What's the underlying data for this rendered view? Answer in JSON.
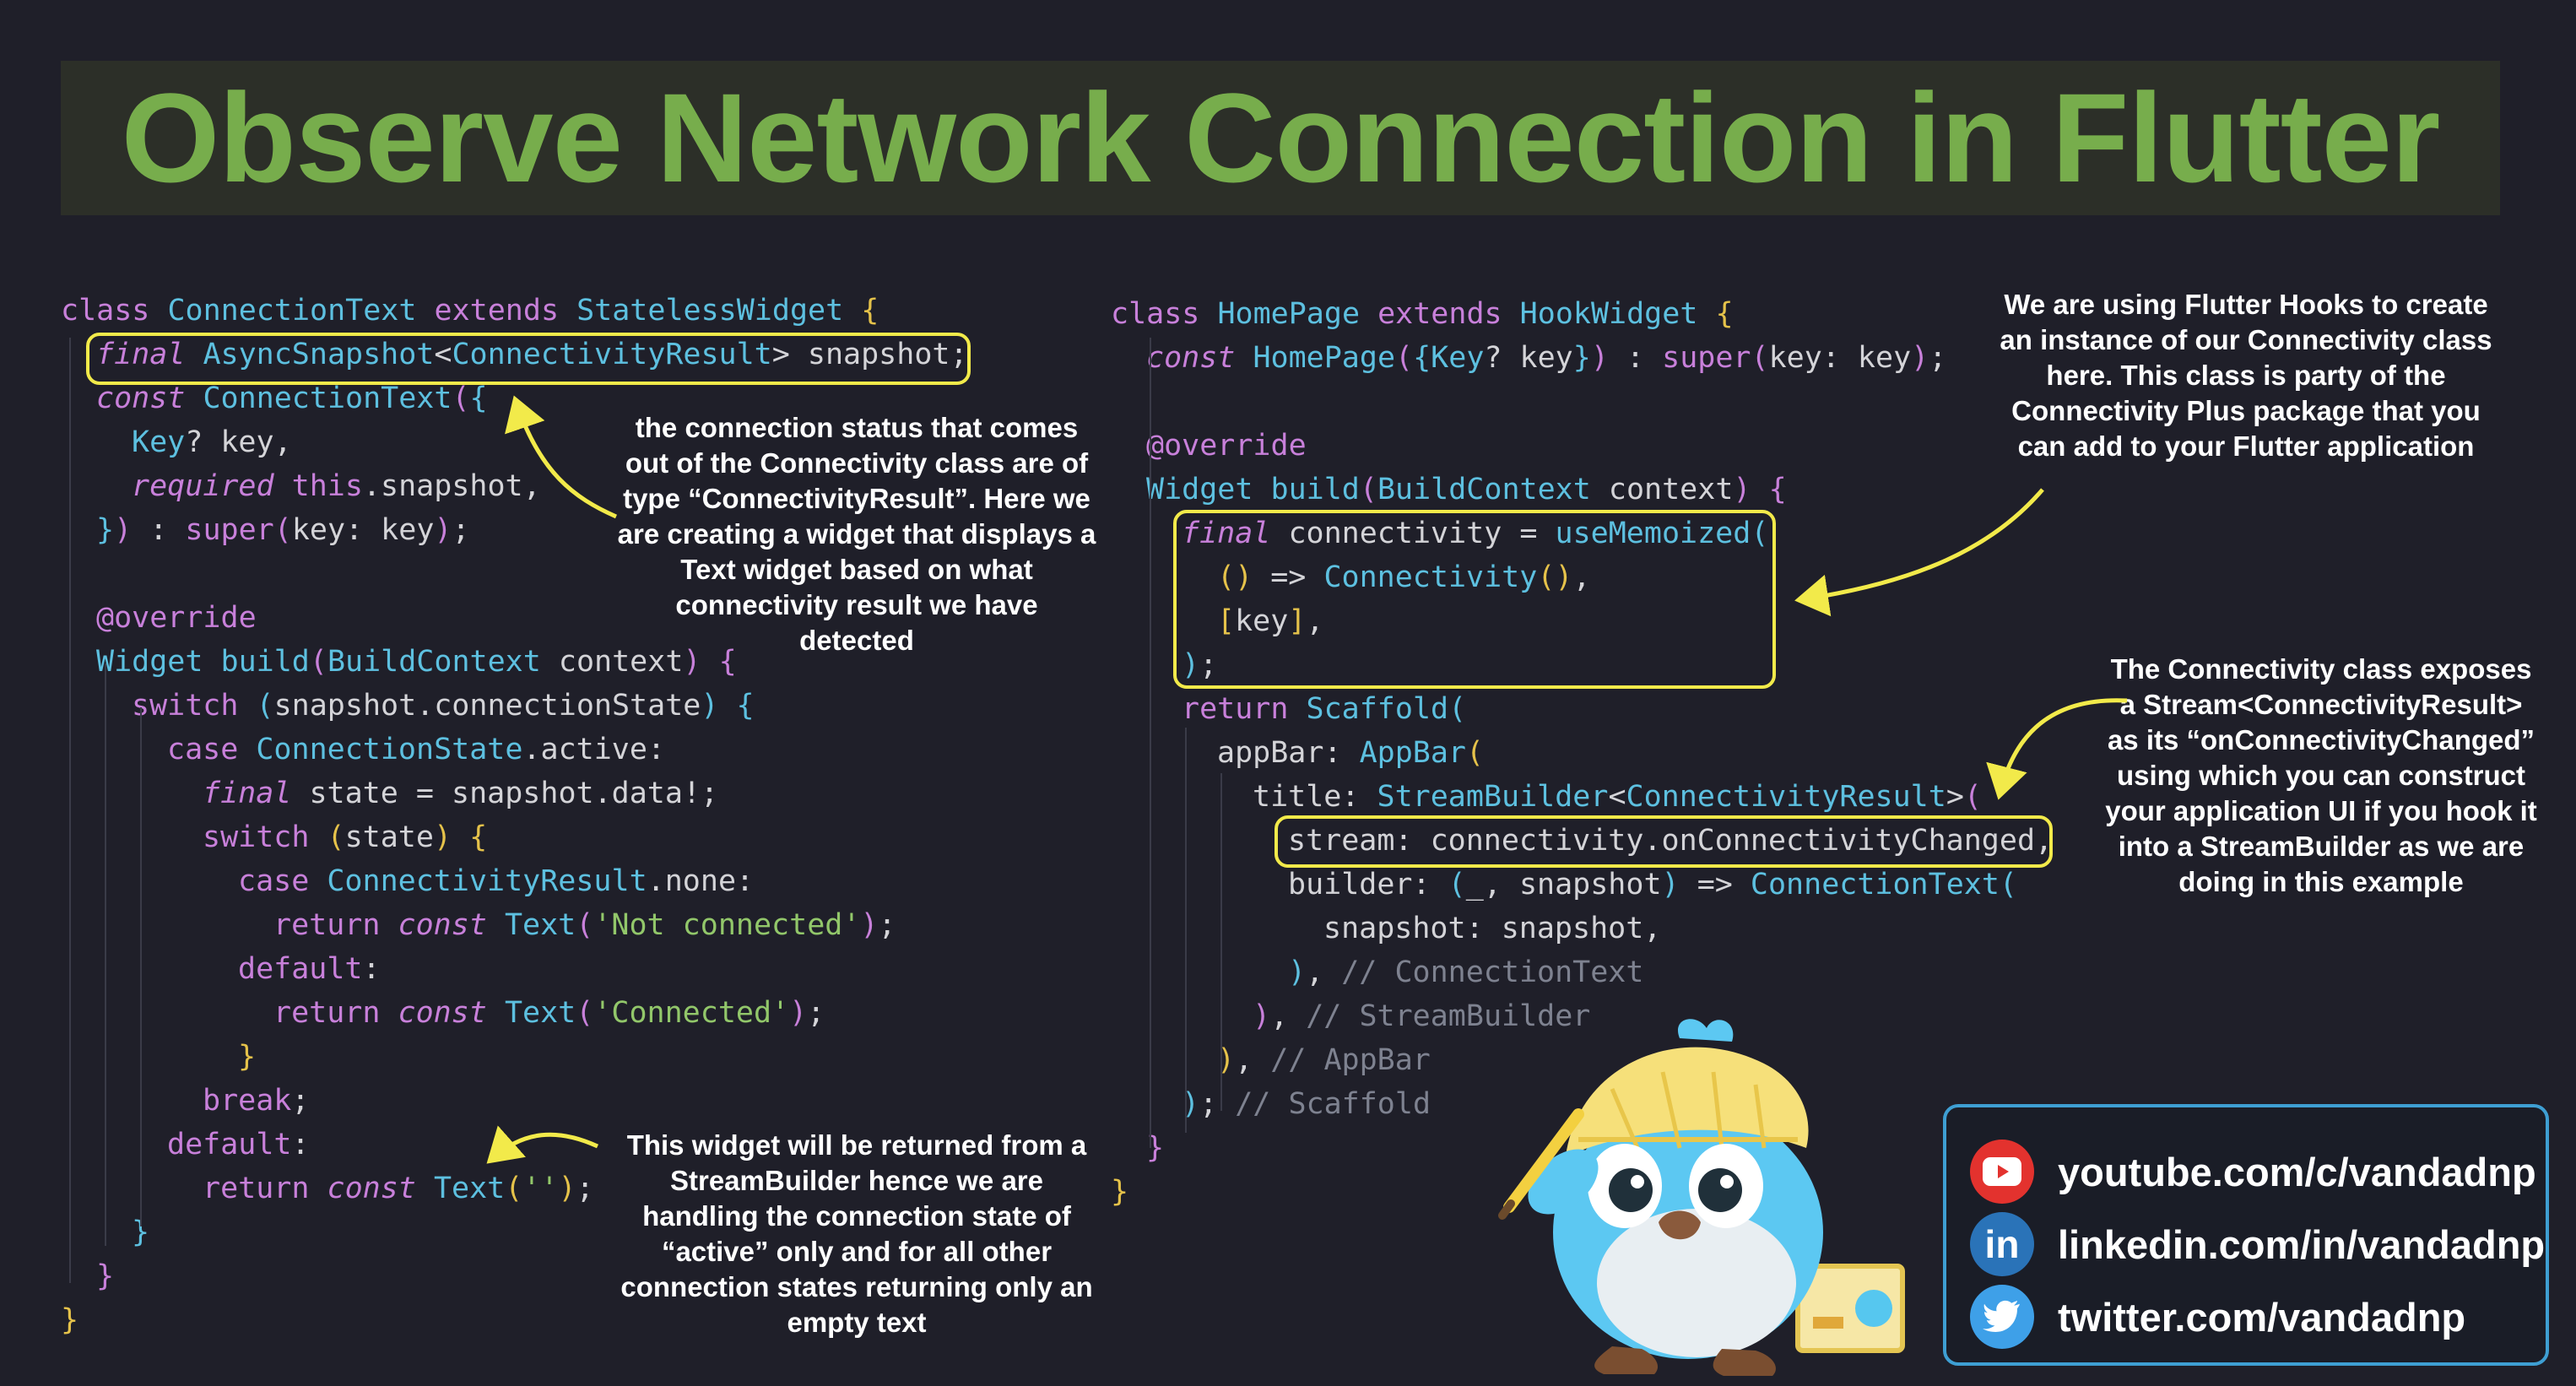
{
  "title": "Observe Network Connection in Flutter",
  "notes": {
    "snapshot": "the connection status that comes out of the Connectivity class are of type “ConnectivityResult”. Here we are creating a widget that displays a Text widget based on what connectivity result we have detected",
    "returned": "This widget will be returned from a StreamBuilder hence we are handling the connection state of “active” only and for all other connection states returning only an empty text",
    "hooks": "We are using Flutter Hooks to create an instance of our Connectivity class here. This class is party of the Connectivity Plus package that you can add to your Flutter application",
    "stream": "The Connectivity class exposes a Stream<ConnectivityResult> as its “onConnectivityChanged” using which you can construct your application UI if you hook it into a StreamBuilder as we are doing in this example"
  },
  "social": {
    "youtube": "youtube.com/c/vandadnp",
    "linkedin": "linkedin.com/in/vandadnp",
    "twitter": "twitter.com/vandadnp",
    "linkedin_glyph": "in"
  },
  "colors": {
    "background": "#1f1f29",
    "title_green": "#77ad4c",
    "highlight_yellow": "#f2ea4a",
    "youtube_red": "#e3322e",
    "linkedin_blue": "#2a73b8",
    "twitter_blue": "#3ea0e8"
  },
  "code_left": [
    {
      "parts": [
        [
          "kw",
          "class "
        ],
        [
          "ty",
          "ConnectionText "
        ],
        [
          "kw",
          "extends "
        ],
        [
          "ty",
          "StatelessWidget "
        ],
        [
          "by",
          "{"
        ]
      ]
    },
    {
      "parts": [
        [
          "it",
          "final "
        ],
        [
          "ty",
          "AsyncSnapshot"
        ],
        [
          "pl",
          "<"
        ],
        [
          "ty",
          "ConnectivityResult"
        ],
        [
          "pl",
          "> snapshot;"
        ]
      ]
    },
    {
      "parts": [
        [
          "it",
          "const "
        ],
        [
          "ty",
          "ConnectionText"
        ],
        [
          "bm",
          "("
        ],
        [
          "bb",
          "{"
        ]
      ]
    },
    {
      "parts": [
        [
          "ty",
          "Key"
        ],
        [
          "pl",
          "? key,"
        ]
      ]
    },
    {
      "parts": [
        [
          "it",
          "required "
        ],
        [
          "kw",
          "this"
        ],
        [
          "pl",
          ".snapshot,"
        ]
      ]
    },
    {
      "parts": [
        [
          "bb",
          "}"
        ],
        [
          "bm",
          ")"
        ],
        [
          "pl",
          " : "
        ],
        [
          "kw",
          "super"
        ],
        [
          "bm",
          "("
        ],
        [
          "pl",
          "key: key"
        ],
        [
          "bm",
          ")"
        ],
        [
          "pl",
          ";"
        ]
      ]
    },
    {
      "parts": []
    },
    {
      "parts": [
        [
          "ov",
          "@override"
        ]
      ]
    },
    {
      "parts": [
        [
          "ty",
          "Widget "
        ],
        [
          "fn",
          "build"
        ],
        [
          "bm",
          "("
        ],
        [
          "ty",
          "BuildContext "
        ],
        [
          "pl",
          "context"
        ],
        [
          "bm",
          ") "
        ],
        [
          "bm",
          "{"
        ]
      ]
    },
    {
      "parts": [
        [
          "kw",
          "switch "
        ],
        [
          "bb",
          "("
        ],
        [
          "pl",
          "snapshot.connectionState"
        ],
        [
          "bb",
          ") "
        ],
        [
          "bb",
          "{"
        ]
      ]
    },
    {
      "parts": [
        [
          "kw",
          "case "
        ],
        [
          "ty",
          "ConnectionState"
        ],
        [
          "pl",
          ".active:"
        ]
      ]
    },
    {
      "parts": [
        [
          "it",
          "final "
        ],
        [
          "pl",
          "state = snapshot.data!;"
        ]
      ]
    },
    {
      "parts": [
        [
          "kw",
          "switch "
        ],
        [
          "by",
          "("
        ],
        [
          "pl",
          "state"
        ],
        [
          "by",
          ") "
        ],
        [
          "by",
          "{"
        ]
      ]
    },
    {
      "parts": [
        [
          "kw",
          "case "
        ],
        [
          "ty",
          "ConnectivityResult"
        ],
        [
          "pl",
          ".none:"
        ]
      ]
    },
    {
      "parts": [
        [
          "kw",
          "return "
        ],
        [
          "it",
          "const "
        ],
        [
          "ty",
          "Text"
        ],
        [
          "bm",
          "("
        ],
        [
          "st",
          "'Not connected'"
        ],
        [
          "bm",
          ")"
        ],
        [
          "pl",
          ";"
        ]
      ]
    },
    {
      "parts": [
        [
          "kw",
          "default"
        ],
        [
          "pl",
          ":"
        ]
      ]
    },
    {
      "parts": [
        [
          "kw",
          "return "
        ],
        [
          "it",
          "const "
        ],
        [
          "ty",
          "Text"
        ],
        [
          "bm",
          "("
        ],
        [
          "st",
          "'Connected'"
        ],
        [
          "bm",
          ")"
        ],
        [
          "pl",
          ";"
        ]
      ]
    },
    {
      "parts": [
        [
          "by",
          "}"
        ]
      ]
    },
    {
      "parts": [
        [
          "kw",
          "break"
        ],
        [
          "pl",
          ";"
        ]
      ]
    },
    {
      "parts": [
        [
          "kw",
          "default"
        ],
        [
          "pl",
          ":"
        ]
      ]
    },
    {
      "parts": [
        [
          "kw",
          "return "
        ],
        [
          "it",
          "const "
        ],
        [
          "ty",
          "Text"
        ],
        [
          "by",
          "("
        ],
        [
          "st",
          "''"
        ],
        [
          "by",
          ")"
        ],
        [
          "pl",
          ";"
        ]
      ]
    },
    {
      "parts": [
        [
          "bb",
          "}"
        ]
      ]
    },
    {
      "parts": [
        [
          "bm",
          "}"
        ]
      ]
    },
    {
      "parts": [
        [
          "by",
          "}"
        ]
      ]
    }
  ],
  "code_right": [
    {
      "parts": [
        [
          "kw",
          "class "
        ],
        [
          "ty",
          "HomePage "
        ],
        [
          "kw",
          "extends "
        ],
        [
          "ty",
          "HookWidget "
        ],
        [
          "by",
          "{"
        ]
      ]
    },
    {
      "parts": [
        [
          "it",
          "const "
        ],
        [
          "ty",
          "HomePage"
        ],
        [
          "bm",
          "("
        ],
        [
          "bb",
          "{"
        ],
        [
          "ty",
          "Key"
        ],
        [
          "pl",
          "? key"
        ],
        [
          "bb",
          "}"
        ],
        [
          "bm",
          ")"
        ],
        [
          "pl",
          " : "
        ],
        [
          "kw",
          "super"
        ],
        [
          "bm",
          "("
        ],
        [
          "pl",
          "key: key"
        ],
        [
          "bm",
          ")"
        ],
        [
          "pl",
          ";"
        ]
      ]
    },
    {
      "parts": []
    },
    {
      "parts": [
        [
          "ov",
          "@override"
        ]
      ]
    },
    {
      "parts": [
        [
          "ty",
          "Widget "
        ],
        [
          "fn",
          "build"
        ],
        [
          "bm",
          "("
        ],
        [
          "ty",
          "BuildContext "
        ],
        [
          "pl",
          "context"
        ],
        [
          "bm",
          ") "
        ],
        [
          "bm",
          "{"
        ]
      ]
    },
    {
      "parts": [
        [
          "it",
          "final "
        ],
        [
          "pl",
          "connectivity = "
        ],
        [
          "fn",
          "useMemoized"
        ],
        [
          "bb",
          "("
        ]
      ]
    },
    {
      "parts": [
        [
          "by",
          "() "
        ],
        [
          "pl",
          "=> "
        ],
        [
          "ty",
          "Connectivity"
        ],
        [
          "by",
          "()"
        ],
        [
          "pl",
          ","
        ]
      ]
    },
    {
      "parts": [
        [
          "by",
          "["
        ],
        [
          "pl",
          "key"
        ],
        [
          "by",
          "]"
        ],
        [
          "pl",
          ","
        ]
      ]
    },
    {
      "parts": [
        [
          "bb",
          ")"
        ],
        [
          "pl",
          ";"
        ]
      ]
    },
    {
      "parts": [
        [
          "kw",
          "return "
        ],
        [
          "ty",
          "Scaffold"
        ],
        [
          "bb",
          "("
        ]
      ]
    },
    {
      "parts": [
        [
          "pl",
          "appBar: "
        ],
        [
          "ty",
          "AppBar"
        ],
        [
          "by",
          "("
        ]
      ]
    },
    {
      "parts": [
        [
          "pl",
          "title: "
        ],
        [
          "ty",
          "StreamBuilder"
        ],
        [
          "pl",
          "<"
        ],
        [
          "ty",
          "ConnectivityResult"
        ],
        [
          "pl",
          ">"
        ],
        [
          "bm",
          "("
        ]
      ]
    },
    {
      "parts": [
        [
          "pl",
          "stream: connectivity.onConnectivityChanged,"
        ]
      ]
    },
    {
      "parts": [
        [
          "pl",
          "builder: "
        ],
        [
          "bb",
          "("
        ],
        [
          "pl",
          "_, snapshot"
        ],
        [
          "bb",
          ") "
        ],
        [
          "pl",
          "=> "
        ],
        [
          "ty",
          "ConnectionText"
        ],
        [
          "bb",
          "("
        ]
      ]
    },
    {
      "parts": [
        [
          "pl",
          "snapshot: snapshot,"
        ]
      ]
    },
    {
      "parts": [
        [
          "bb",
          ")"
        ],
        [
          "pl",
          ", "
        ],
        [
          "cm",
          "// ConnectionText"
        ]
      ]
    },
    {
      "parts": [
        [
          "bm",
          ")"
        ],
        [
          "pl",
          ", "
        ],
        [
          "cm",
          "// StreamBuilder"
        ]
      ]
    },
    {
      "parts": [
        [
          "by",
          ")"
        ],
        [
          "pl",
          ", "
        ],
        [
          "cm",
          "// AppBar"
        ]
      ]
    },
    {
      "parts": [
        [
          "bb",
          ")"
        ],
        [
          "pl",
          "; "
        ],
        [
          "cm",
          "// Scaffold"
        ]
      ]
    },
    {
      "parts": [
        [
          "bm",
          "}"
        ]
      ]
    },
    {
      "parts": [
        [
          "by",
          "}"
        ]
      ]
    }
  ]
}
